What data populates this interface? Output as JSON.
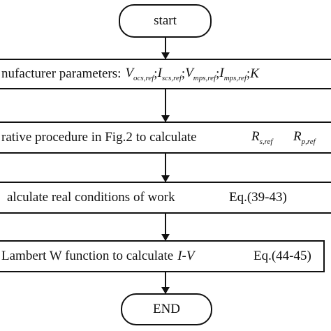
{
  "flowchart": {
    "start_label": "start",
    "end_label": "END",
    "step1": {
      "text": "nufacturer parameters:",
      "v1": "V",
      "v1_sub": "ocs,ref",
      "v2": "I",
      "v2_sub": "scs,ref",
      "v3": "V",
      "v3_sub": "mps,ref",
      "v4": "I",
      "v4_sub": "mps,ref",
      "sep": ";",
      "tail": "K"
    },
    "step2": {
      "text": "rative procedure in Fig.2 to calculate",
      "r1": "R",
      "r1_sub": "s,ref",
      "r2": "R",
      "r2_sub": "p,ref"
    },
    "step3": {
      "text": "alculate real conditions of work",
      "eq": "Eq.(39-43)"
    },
    "step4": {
      "text": "Lambert W function to calculate",
      "var": "I-V",
      "eq": "Eq.(44-45)"
    }
  }
}
